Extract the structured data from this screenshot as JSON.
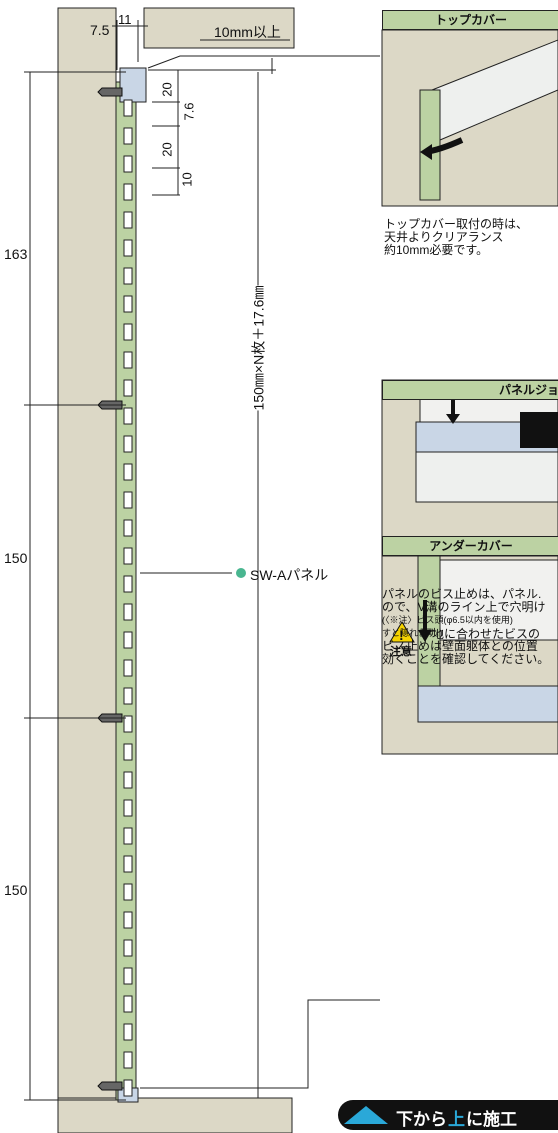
{
  "dims": {
    "d7_5": "7.5",
    "d11": "11",
    "clearance": "10mm以上",
    "d20a": "20",
    "d7_6": "7.6",
    "d20b": "20",
    "d10": "10",
    "formula": "150㎜×N枚＋17.6㎜",
    "left163": "163",
    "left150a": "150",
    "left150b": "150"
  },
  "panel_label": "SW-Aパネル",
  "top_cover": {
    "title": "トップカバー",
    "caption": [
      "トップカバー取付の時は、",
      "天井よりクリアランス",
      "約10mm必要です。"
    ]
  },
  "panel_joint": {
    "title": "パネルジョ",
    "caption": [
      "パネルのビス止めは、パネル.",
      "ので、V溝のライン上で穴明け"
    ],
    "note_small": "(〈※注〉ビス頭(φ6.5以内を使用)",
    "note_small2": "すと隠れます。)",
    "caption2": [
      "ビス止めは壁面躯体との位置",
      "効くことを確認してください。"
    ]
  },
  "warning": {
    "icon_label": "注意",
    "text": "下地に合わせたビスの"
  },
  "under_cover": {
    "title": "アンダーカバー"
  },
  "banner": {
    "part1": "下から",
    "part2": "上",
    "part3": "に施工"
  },
  "colors": {
    "wall": "#dcd8c6",
    "panel": "#bcd2a3",
    "header": "#bcd2a3",
    "dot": "#49b690",
    "banner_bg": "#111111",
    "banner_accent": "#2aa8d8"
  }
}
